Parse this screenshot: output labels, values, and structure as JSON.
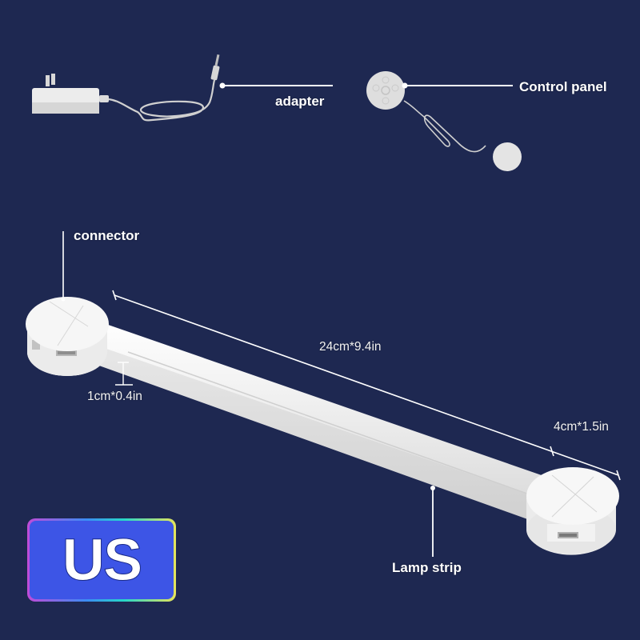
{
  "image": {
    "background_color": "#1e2851",
    "accent_colors": {
      "label_text": "#ffffff",
      "product_white": "#f2f2f2",
      "badge_blue": "#3d55e6",
      "badge_border_gradient": [
        "#c04bd8",
        "#3b8cf5",
        "#27d7c8",
        "#e7e45a"
      ]
    }
  },
  "callouts": {
    "adapter": "adapter",
    "control_panel": "Control panel",
    "connector": "connector",
    "lamp_strip": "Lamp strip"
  },
  "dimensions": {
    "length": "24cm*9.4in",
    "height": "1cm*0.4in",
    "connector_width": "4cm*1.5in"
  },
  "badge": {
    "region": "US"
  }
}
